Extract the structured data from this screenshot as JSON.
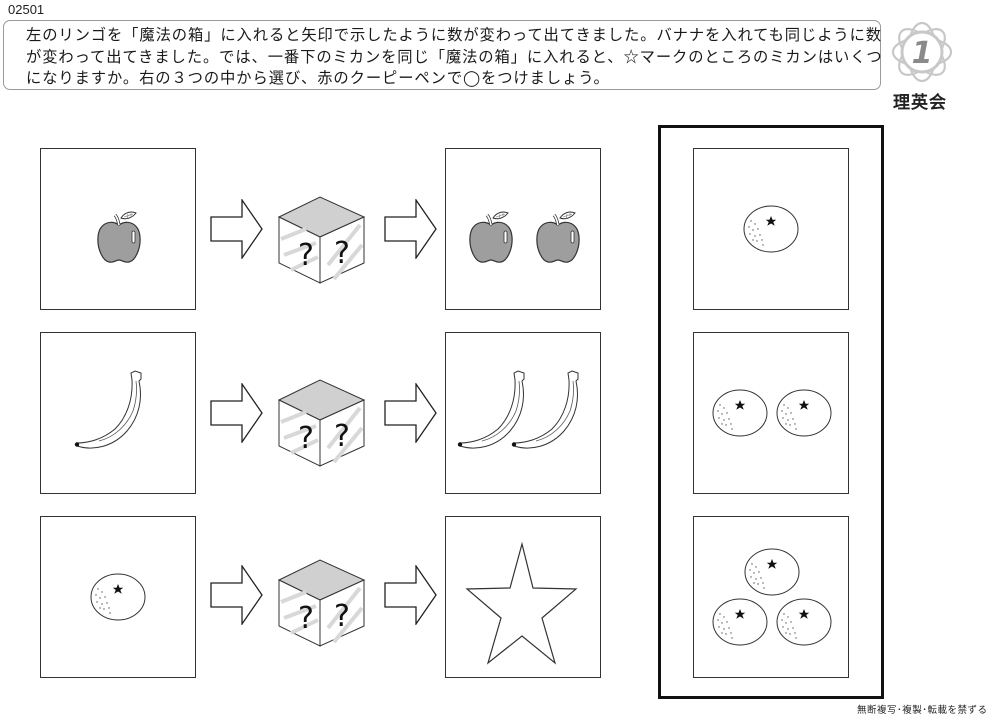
{
  "document": {
    "id": "02501",
    "publisher": "理英会",
    "badge_number": "1",
    "copyright": "無断複写･複製･転載を禁ずる"
  },
  "question": {
    "lines": [
      "左のリンゴを「魔法の箱」に入れると矢印で示したように数が変わって出てきました。バナナを入れても同じように数",
      "が変わって出てきました。では、一番下のミカンを同じ「魔法の箱」に入れると、☆マークのところのミカンはいくつ",
      "になりますか。右の３つの中から選び、赤のクーピーペンで◯をつけましょう。"
    ]
  },
  "rows": [
    {
      "input": {
        "fruit": "apple",
        "count": 1
      },
      "box_label": "?",
      "output": {
        "fruit": "apple",
        "count": 2
      }
    },
    {
      "input": {
        "fruit": "banana",
        "count": 1
      },
      "box_label": "?",
      "output": {
        "fruit": "banana",
        "count": 2
      }
    },
    {
      "input": {
        "fruit": "mikan",
        "count": 1
      },
      "box_label": "?",
      "output": {
        "fruit": "star",
        "count": 1
      }
    }
  ],
  "answer_choices": [
    {
      "fruit": "mikan",
      "count": 1
    },
    {
      "fruit": "mikan",
      "count": 2
    },
    {
      "fruit": "mikan",
      "count": 3
    }
  ],
  "icons": {
    "arrow": "right-block-arrow-icon",
    "magic_box": "question-cube-icon",
    "target": "star-outline-icon"
  },
  "colors": {
    "apple_fill": "#9e9e9e",
    "cube_top": "#d0d0d0",
    "line": "#222222",
    "question_border": "#9a9a9a",
    "badge": "#c8c8c8"
  }
}
